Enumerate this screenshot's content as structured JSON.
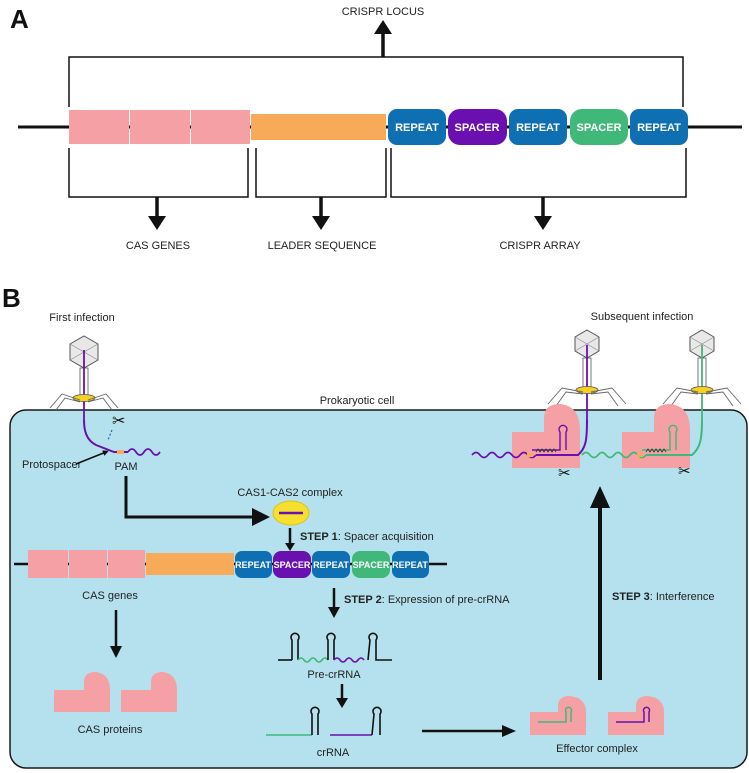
{
  "panel_a": {
    "letter": "A",
    "locus_label": "CRISPR LOCUS",
    "array_blocks": [
      "REPEAT",
      "SPACER",
      "REPEAT",
      "SPACER",
      "REPEAT"
    ],
    "cas_genes_label": "CAS GENES",
    "leader_label": "LEADER SEQUENCE",
    "array_label": "CRISPR ARRAY"
  },
  "panel_b": {
    "letter": "B",
    "first_infection": "First infection",
    "subsequent_infection": "Subsequent infection",
    "prokaryotic_cell": "Prokaryotic cell",
    "protospacer": "Protospacer",
    "pam": "PAM",
    "cas_complex": "CAS1-CAS2 complex",
    "step1_bold": "STEP 1",
    "step1_text": ": Spacer acquisition",
    "array_blocks": [
      "REPEAT",
      "SPACER",
      "REPEAT",
      "SPACER",
      "REPEAT"
    ],
    "cas_genes": "CAS genes",
    "step2_bold": "STEP 2",
    "step2_text": ": Expression of pre-crRNA",
    "pre_crrna": "Pre-crRNA",
    "crrna": "crRNA",
    "cas_proteins": "CAS proteins",
    "effector_complex": "Effector complex",
    "step3_bold": "STEP 3",
    "step3_text": ": Interference"
  },
  "colors": {
    "cas_pink": "#f4a0a4",
    "leader_orange": "#f7ab58",
    "repeat_blue": "#0e6fb3",
    "spacer_purple": "#6a0fb0",
    "spacer_green": "#3fb87a",
    "cell_blue": "#b5e1ee",
    "complex_yellow": "#f5e030"
  }
}
